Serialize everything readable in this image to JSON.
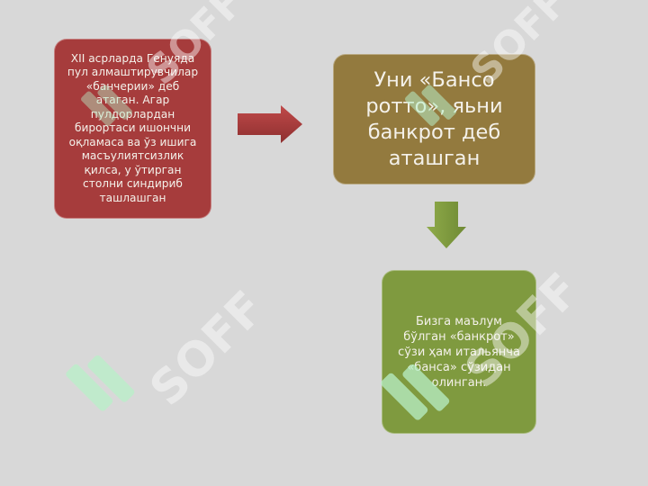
{
  "diagram": {
    "box1": {
      "text": "XII асрларда Генуяда\nпул алмаштирувчилар\n«банчерии» деб\nатаган. Агар\nпулдорлардан\nбирортаси ишончни\nоқламаса ва ўз ишига\nмасъулиятсизлик\nқилса, у ўтирган\nстолни синдириб\nташлашган",
      "color": "#a63c3c"
    },
    "box2": {
      "text": "Уни «Бансо\nротто», яьни\nбанкрот деб\nаташган",
      "color": "#937a3e"
    },
    "box3": {
      "text": "Бизга маълум\nбўлган «банкрот»\nсўзи ҳам итальянча\n«банса» сўзидан\nолинган.",
      "color": "#7f9a3f"
    },
    "arrows": {
      "right": {
        "icon": "arrow-right-icon",
        "color": "#a63c3c"
      },
      "down": {
        "icon": "arrow-down-icon",
        "color": "#7f9a3f"
      }
    }
  },
  "watermark": {
    "text": "SOFF",
    "color": "#ffffff"
  }
}
